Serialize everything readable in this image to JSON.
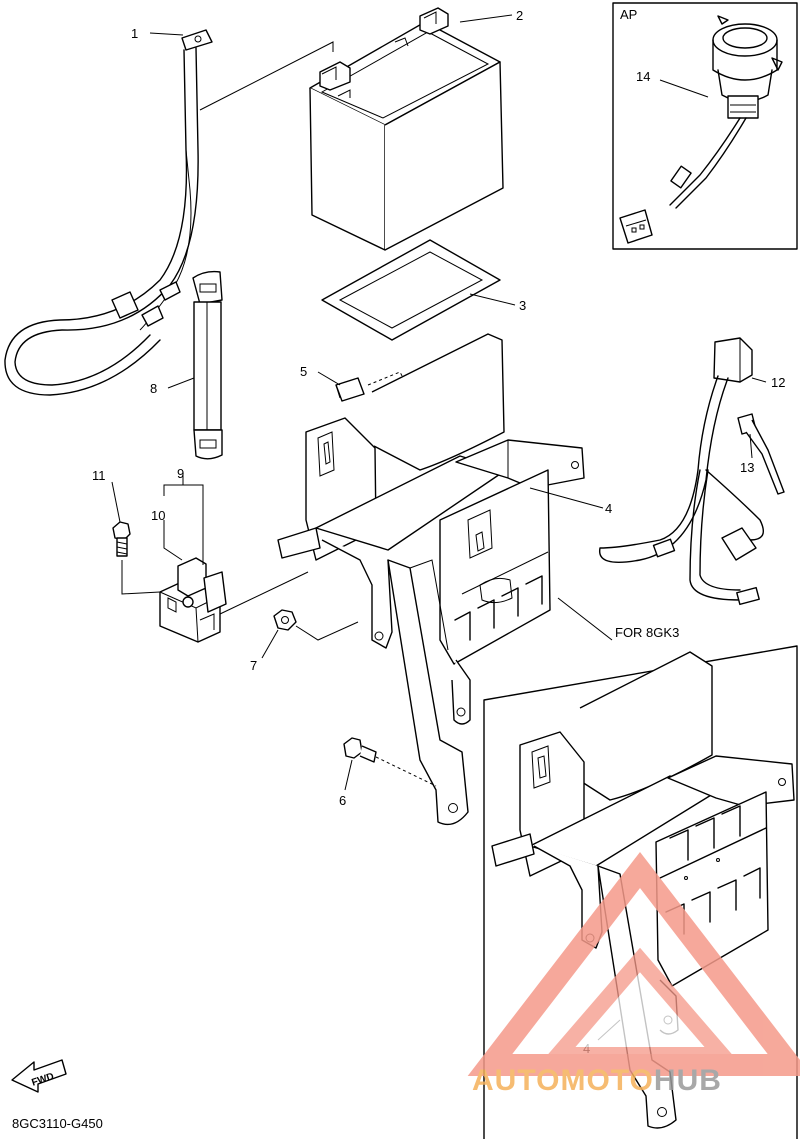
{
  "diagram": {
    "part_labels": [
      "1",
      "2",
      "3",
      "4",
      "5",
      "6",
      "7",
      "8",
      "9",
      "10",
      "11",
      "12",
      "13",
      "14"
    ],
    "inset_ap_label": "AP",
    "inset_variant_label": "FOR 8GK3",
    "inset_part_label": "4",
    "fwd_arrow_text": "FWD",
    "drawing_code": "8GC3110-G450"
  },
  "watermark": {
    "part1": "AUTOMOTO",
    "part2": "HUB",
    "color_primary": "#f59a8a",
    "color_secondary": "#9a9a9a"
  }
}
